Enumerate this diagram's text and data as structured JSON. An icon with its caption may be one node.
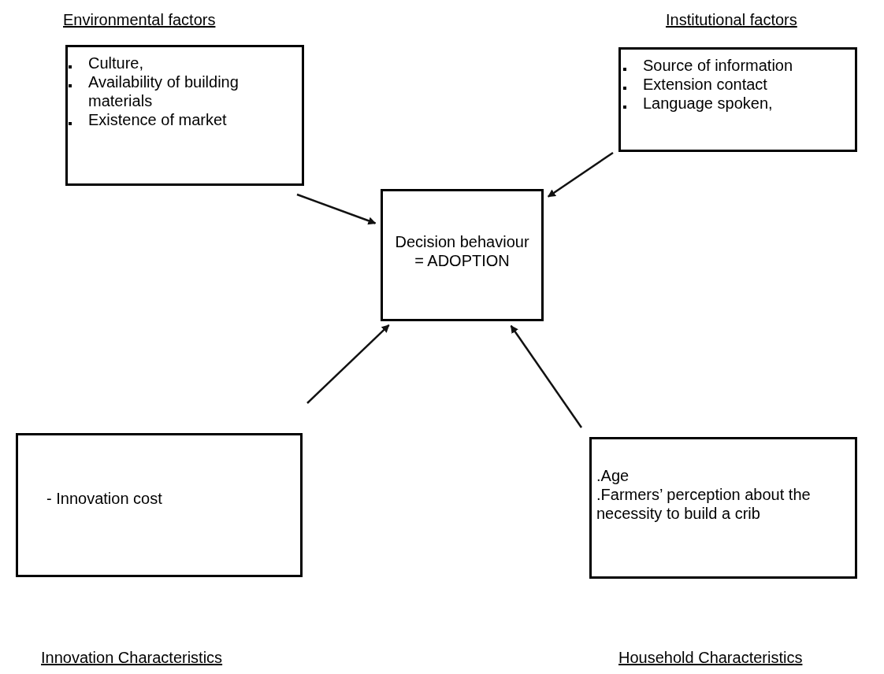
{
  "diagram": {
    "nodes": [
      {
        "text": [
          "Environmental factors",
          "Culture,",
          "Availability of building materials",
          "Existence of market"
        ]
      },
      {
        "text": [
          "Institutional factors",
          "Source of information",
          "Extension contact",
          "Language spoken,"
        ]
      },
      {
        "text": [
          "Decision behaviour = ADOPTION"
        ]
      },
      {
        "text": [
          "- Innovation cost",
          "Innovation Characteristics"
        ]
      },
      {
        "text": [
          ".Age",
          ".Farmers’ perception about the necessity to build a crib",
          "Household Characteristics"
        ]
      }
    ],
    "edges": [
      {
        "from": 0,
        "to": 2,
        "arrow": "to"
      },
      {
        "from": 1,
        "to": 2,
        "arrow": "to"
      },
      {
        "from": 3,
        "to": 2,
        "arrow": "to"
      },
      {
        "from": 4,
        "to": 2,
        "arrow": "to"
      }
    ]
  }
}
